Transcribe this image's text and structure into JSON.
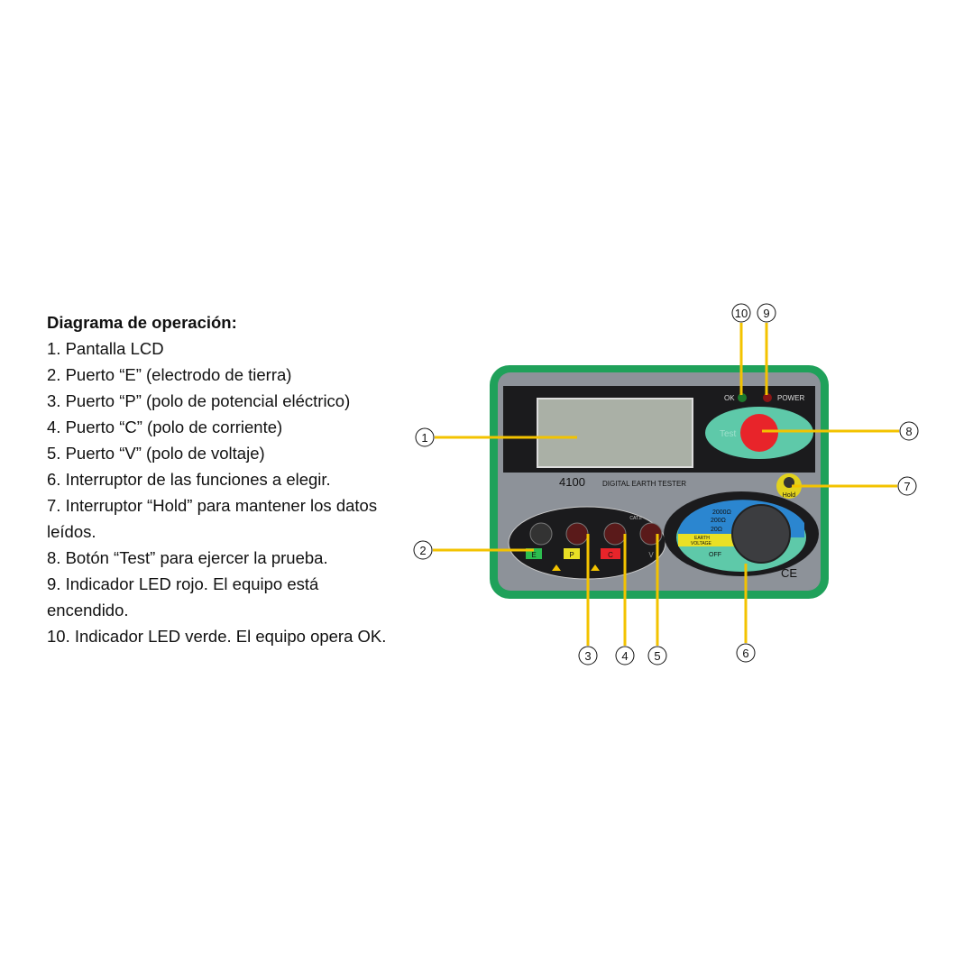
{
  "legend": {
    "title": "Diagrama de operación:",
    "items": [
      "1. Pantalla LCD",
      "2. Puerto “E” (electrodo de tierra)",
      "3. Puerto “P” (polo de potencial eléctrico)",
      "4. Puerto “C” (polo de corriente)",
      "5. Puerto “V” (polo de voltaje)",
      "6. Interruptor de las funciones a elegir.",
      "7. Interruptor “Hold” para mantener los datos leídos.",
      "8. Botón “Test” para ejercer la prueba.",
      "9. Indicador LED rojo. El equipo está encendido.",
      "10.  Indicador LED verde. El equipo opera OK."
    ]
  },
  "device": {
    "model": "4100",
    "name": "DIGITAL EARTH TESTER",
    "led_ok": "OK",
    "led_power": "POWER",
    "test_label": "Test",
    "hold_label": "Hold",
    "ports": [
      "E",
      "P",
      "C",
      "V"
    ],
    "cat_label": "CAT.II",
    "ranges": [
      "2000Ω",
      "200Ω",
      "20Ω"
    ],
    "earth_voltage": [
      "EARTH",
      "VOLTAGE"
    ],
    "off_label": "OFF",
    "ce_mark": "CE",
    "colors": {
      "body_green": "#1fa15a",
      "callout_line": "#f3c300",
      "test_button": "#e8242a",
      "panel_gray": "#8d9299"
    }
  },
  "callouts": [
    "1",
    "2",
    "3",
    "4",
    "5",
    "6",
    "7",
    "8",
    "9",
    "10"
  ]
}
